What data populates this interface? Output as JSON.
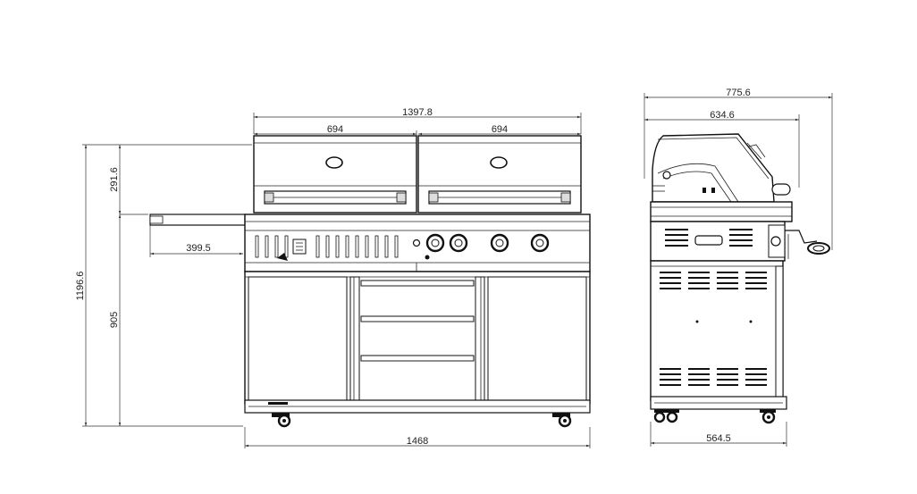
{
  "dimensions": {
    "front_total_width": "1397.8",
    "front_lid_left": "694",
    "front_lid_right": "694",
    "front_lid_height": "291.6",
    "front_overall_height": "1196.6",
    "front_body_height": "905",
    "front_side_shelf": "399.5",
    "front_base_width": "1468",
    "side_total_depth": "775.6",
    "side_lid_depth": "634.6",
    "side_base_depth": "564.5"
  }
}
